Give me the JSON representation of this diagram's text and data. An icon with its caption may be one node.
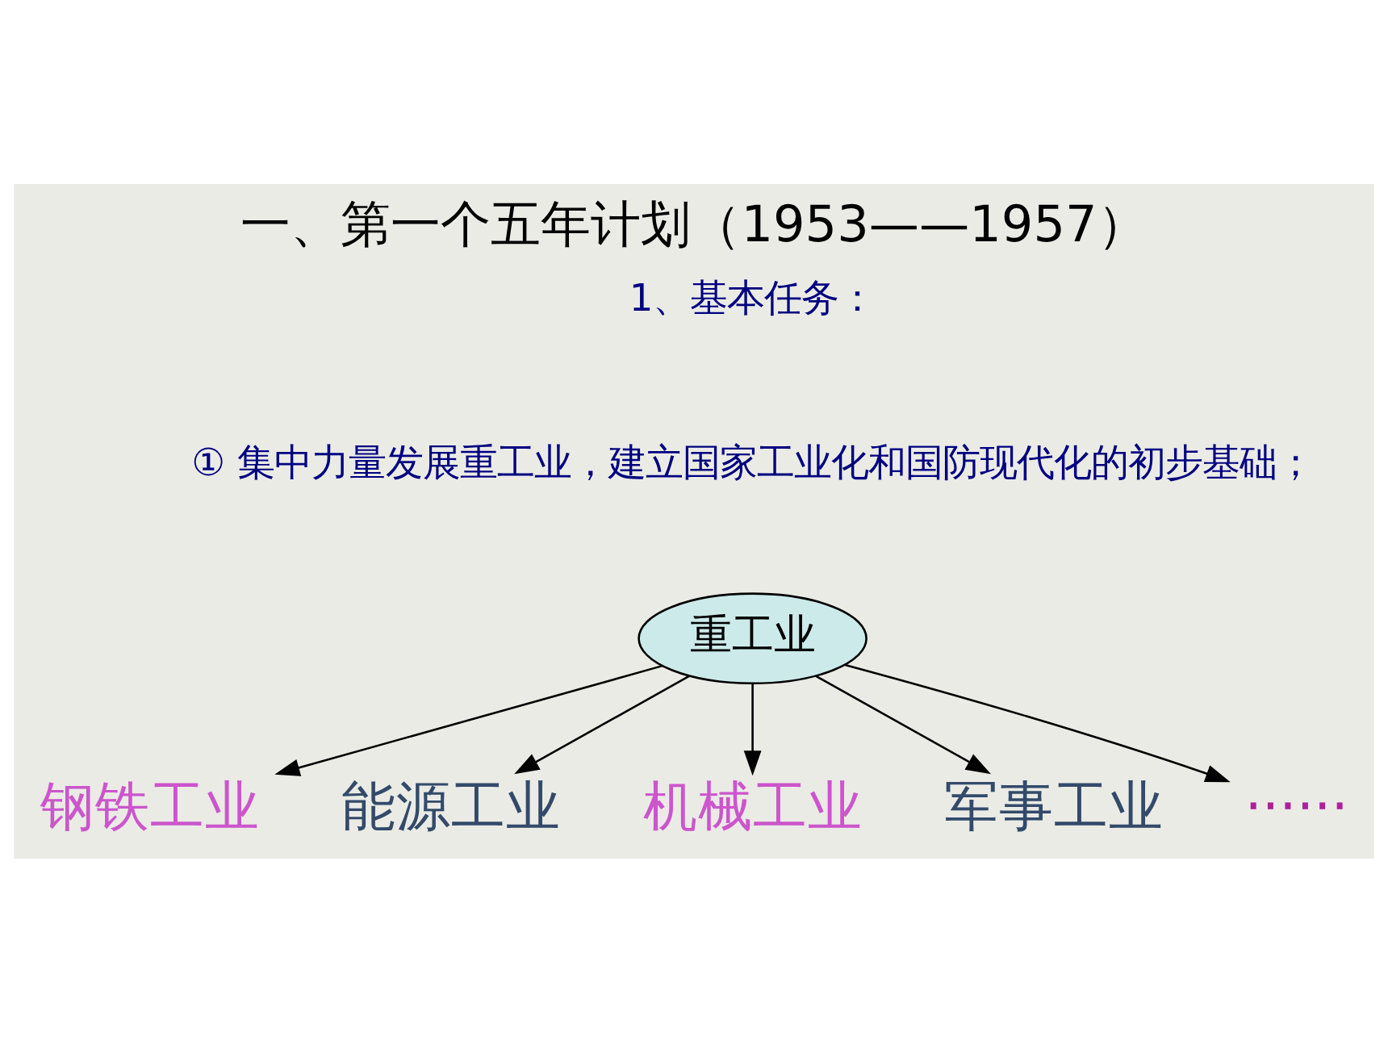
{
  "diagram": {
    "title": "一、第一个五年计划（1953——1957）",
    "nodes": [
      {
        "text": [
          "重工业"
        ]
      },
      {
        "text": [
          "钢铁工业"
        ]
      },
      {
        "text": [
          "能源工业"
        ]
      },
      {
        "text": [
          "机械工业"
        ]
      },
      {
        "text": [
          "军事工业"
        ]
      },
      {
        "text": [
          "······"
        ]
      }
    ],
    "edges": [
      {
        "from": 0,
        "to": 1,
        "arrow": "to"
      },
      {
        "from": 0,
        "to": 2,
        "arrow": "to"
      },
      {
        "from": 0,
        "to": 3,
        "arrow": "to"
      },
      {
        "from": 0,
        "to": 4,
        "arrow": "to"
      },
      {
        "from": 0,
        "to": 5,
        "arrow": "to"
      }
    ],
    "labels": [
      "1、基本任务：",
      "① 集中力量发展重工业，建立国家工业化和国防现代化的初步基础；"
    ]
  }
}
